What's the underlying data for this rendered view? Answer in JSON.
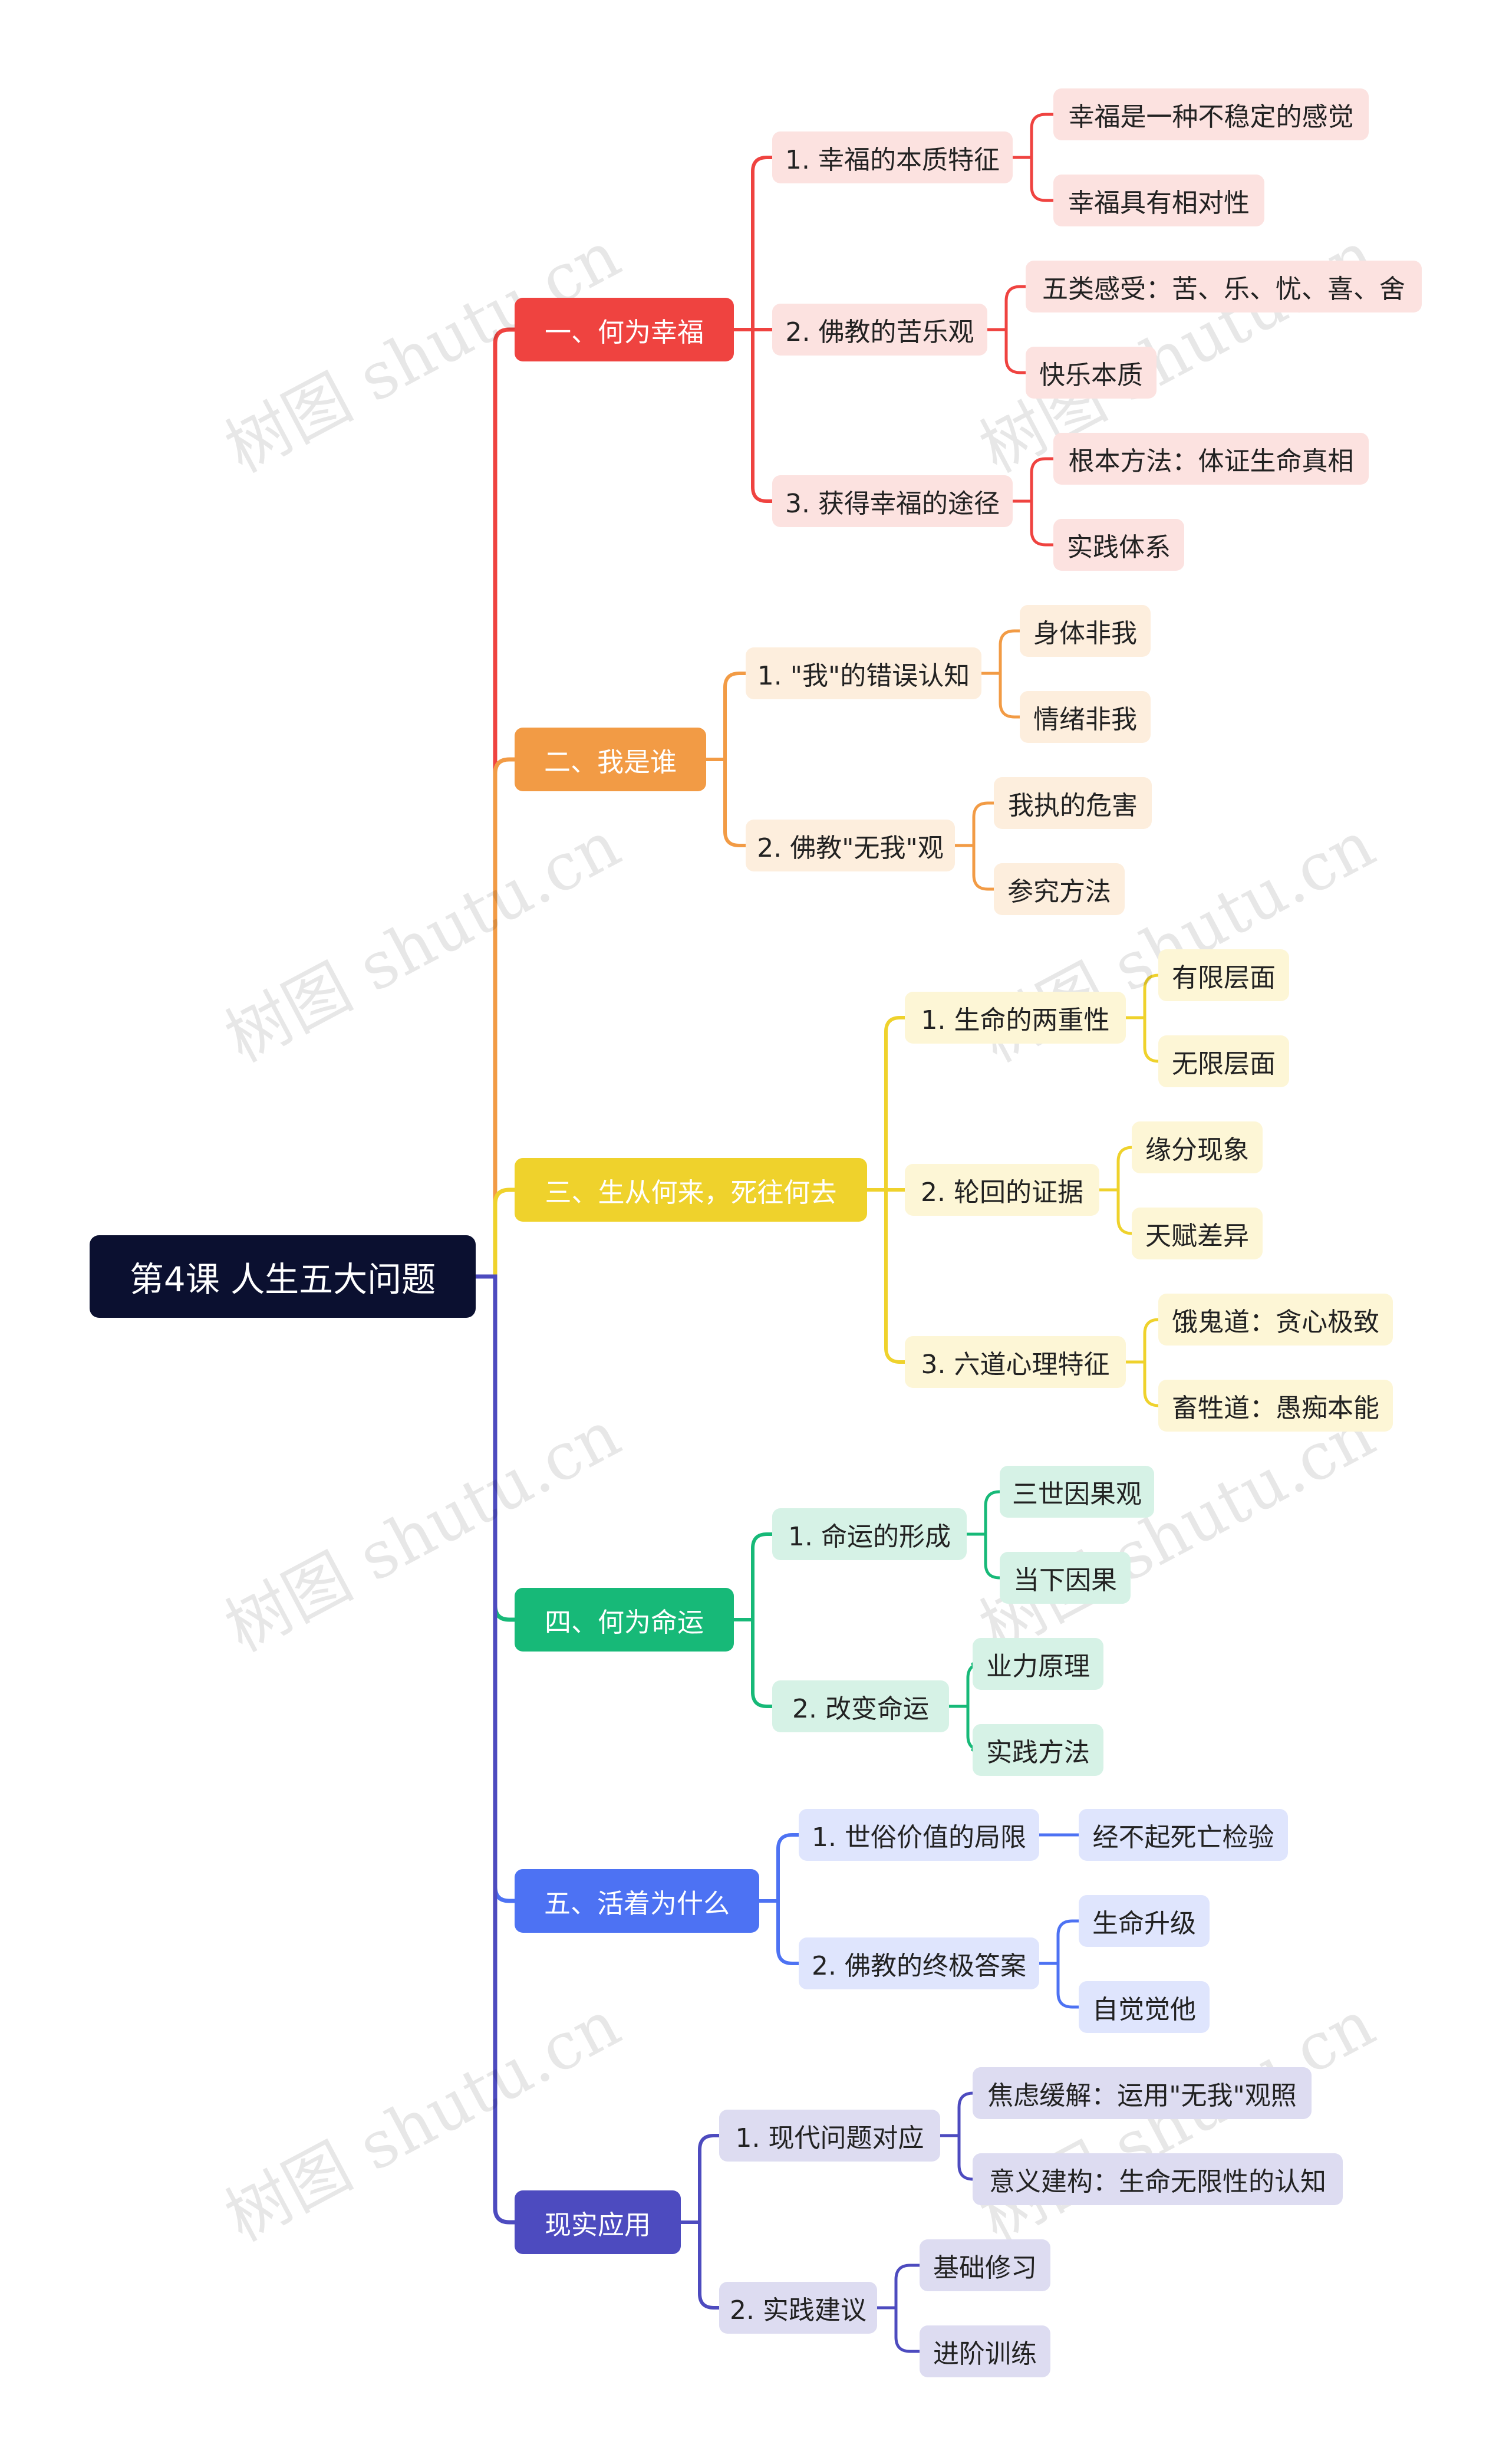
{
  "root": {
    "label": "第4课 人生五大问题",
    "color": "#0b1030"
  },
  "watermark": "树图 shutu.cn",
  "branches": [
    {
      "label": "一、何为幸福",
      "color": "#ef4340",
      "tint": "#fce2e0",
      "text": "#222222",
      "children": [
        {
          "label": "1. 幸福的本质特征",
          "children": [
            "幸福是一种不稳定的感觉",
            "幸福具有相对性"
          ]
        },
        {
          "label": "2. 佛教的苦乐观",
          "children": [
            "五类感受：苦、乐、忧、喜、舍",
            "快乐本质"
          ]
        },
        {
          "label": "3. 获得幸福的途径",
          "children": [
            "根本方法：体证生命真相",
            "实践体系"
          ]
        }
      ]
    },
    {
      "label": "二、我是谁",
      "color": "#f29b45",
      "tint": "#fdeedd",
      "text": "#222222",
      "children": [
        {
          "label": "1. \"我\"的错误认知",
          "children": [
            "身体非我",
            "情绪非我"
          ]
        },
        {
          "label": "2. 佛教\"无我\"观",
          "children": [
            "我执的危害",
            "参究方法"
          ]
        }
      ]
    },
    {
      "label": "三、生从何来，死往何去",
      "color": "#efd22c",
      "tint": "#fdf6d6",
      "text": "#222222",
      "children": [
        {
          "label": "1. 生命的两重性",
          "children": [
            "有限层面",
            "无限层面"
          ]
        },
        {
          "label": "2. 轮回的证据",
          "children": [
            "缘分现象",
            "天赋差异"
          ]
        },
        {
          "label": "3. 六道心理特征",
          "children": [
            "饿鬼道：贪心极致",
            "畜牲道：愚痴本能"
          ]
        }
      ]
    },
    {
      "label": "四、何为命运",
      "color": "#17b978",
      "tint": "#d6f2e6",
      "text": "#222222",
      "children": [
        {
          "label": "1. 命运的形成",
          "children": [
            "三世因果观",
            "当下因果"
          ]
        },
        {
          "label": "2. 改变命运",
          "children": [
            "业力原理",
            "实践方法"
          ]
        }
      ]
    },
    {
      "label": "五、活着为什么",
      "color": "#4d72f3",
      "tint": "#dfe5fd",
      "text": "#222222",
      "children": [
        {
          "label": "1. 世俗价值的局限",
          "children": [
            "经不起死亡检验"
          ]
        },
        {
          "label": "2. 佛教的终极答案",
          "children": [
            "生命升级",
            "自觉觉他"
          ]
        }
      ]
    },
    {
      "label": "现实应用",
      "color": "#4d4bbf",
      "tint": "#dddcf1",
      "text": "#222222",
      "children": [
        {
          "label": "1. 现代问题对应",
          "children": [
            "焦虑缓解：运用\"无我\"观照",
            "意义建构：生命无限性的认知"
          ]
        },
        {
          "label": "2. 实践建议",
          "children": [
            "基础修习",
            "进阶训练"
          ]
        }
      ]
    }
  ]
}
